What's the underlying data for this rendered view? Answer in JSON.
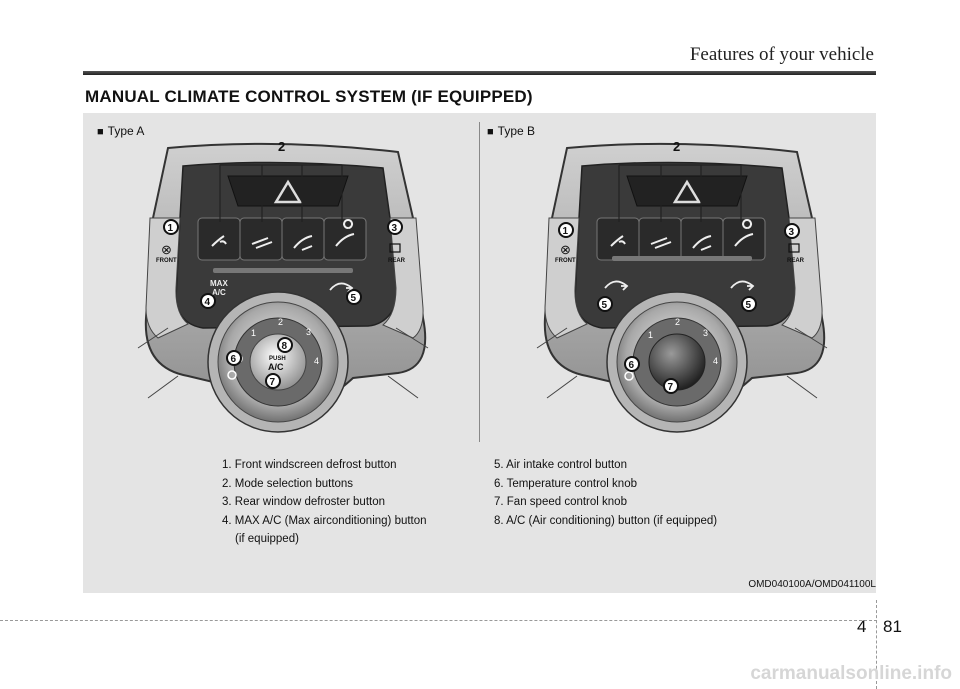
{
  "header": {
    "section_title": "Features of your vehicle"
  },
  "heading": "MANUAL CLIMATE CONTROL SYSTEM (IF EQUIPPED)",
  "type_a": {
    "label": "Type A",
    "callouts": {
      "c1": "1",
      "c2": "2",
      "c3": "3",
      "c4": "4",
      "c5": "5",
      "c6": "6",
      "c7": "7",
      "c8": "8"
    },
    "text": {
      "front": "FRONT",
      "rear": "REAR",
      "max_ac_line1": "MAX",
      "max_ac_line2": "A/C",
      "push": "PUSH",
      "ac": "A/C",
      "d0": "0",
      "d1": "1",
      "d2": "2",
      "d3": "3",
      "d4": "4"
    }
  },
  "type_b": {
    "label": "Type B",
    "callouts": {
      "c1": "1",
      "c2": "2",
      "c3": "3",
      "c5a": "5",
      "c5b": "5",
      "c6": "6",
      "c7": "7"
    },
    "text": {
      "front": "FRONT",
      "rear": "REAR",
      "d0": "0",
      "d1": "1",
      "d2": "2",
      "d3": "3",
      "d4": "4"
    }
  },
  "legend": {
    "left": [
      "1. Front windscreen defrost button",
      "2. Mode selection buttons",
      "3. Rear window defroster button",
      "4. MAX A/C (Max airconditioning) button",
      "(if equipped)"
    ],
    "right": [
      "5. Air intake control button",
      "6. Temperature control knob",
      "7. Fan speed control knob",
      "8. A/C (Air conditioning) button (if equipped)"
    ]
  },
  "image_code": "OMD040100A/OMD041100L",
  "footer": {
    "chapter": "4",
    "page": "81"
  },
  "watermark": "carmanualsonline.info"
}
